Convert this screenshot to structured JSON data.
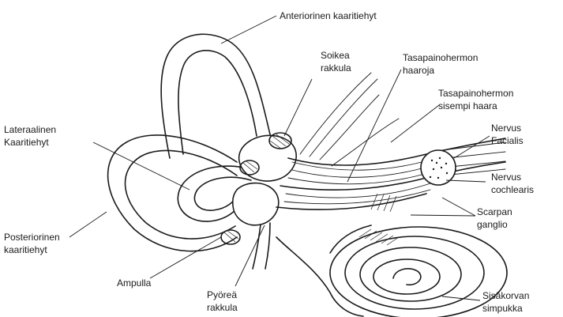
{
  "labels": {
    "anterior_canal": "Anteriorinen kaaritiehyt",
    "utricle": [
      "Soikea",
      "rakkula"
    ],
    "vestibular_branches": [
      "Tasapainohermon",
      "haaroja"
    ],
    "vestibular_inner_branch": [
      "Tasapainohermon",
      "sisempi haara"
    ],
    "lateral_canal": [
      "Lateraalinen",
      "Kaaritiehyt"
    ],
    "facial_nerve": [
      "Nervus",
      "Facialis"
    ],
    "cochlear_nerve": [
      "Nervus",
      "cochlearis"
    ],
    "scarpa_ganglion": [
      "Scarpan",
      "ganglio"
    ],
    "posterior_canal": [
      "Posteriorinen",
      "kaaritiehyt"
    ],
    "ampulla": "Ampulla",
    "saccule": [
      "Pyöreä",
      "rakkula"
    ],
    "cochlea": [
      "Sisäkorvan",
      "simpukka"
    ]
  }
}
